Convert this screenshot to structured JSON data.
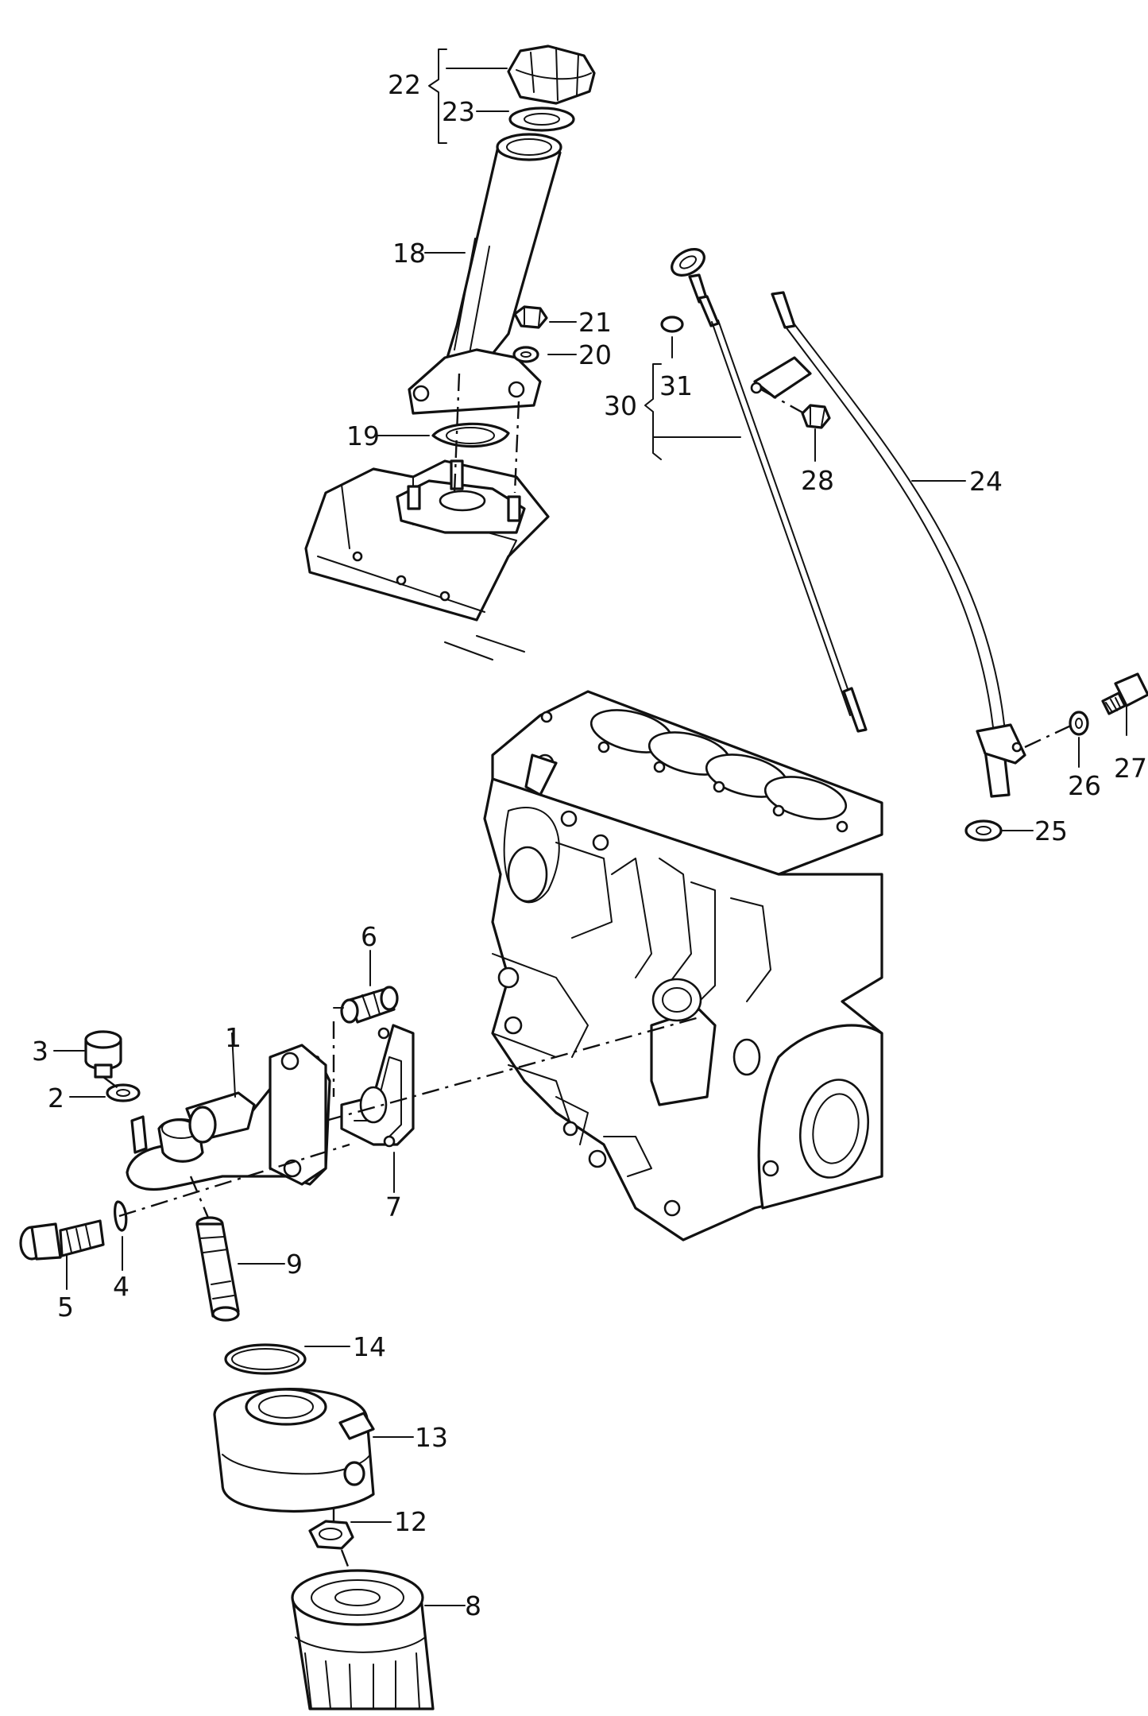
{
  "diagram": {
    "labels": [
      {
        "id": "1",
        "text": "1"
      },
      {
        "id": "2",
        "text": "2"
      },
      {
        "id": "3",
        "text": "3"
      },
      {
        "id": "4",
        "text": "4"
      },
      {
        "id": "5",
        "text": "5"
      },
      {
        "id": "6",
        "text": "6"
      },
      {
        "id": "7",
        "text": "7"
      },
      {
        "id": "8",
        "text": "8"
      },
      {
        "id": "9",
        "text": "9"
      },
      {
        "id": "12",
        "text": "12"
      },
      {
        "id": "13",
        "text": "13"
      },
      {
        "id": "14",
        "text": "14"
      },
      {
        "id": "18",
        "text": "18"
      },
      {
        "id": "19",
        "text": "19"
      },
      {
        "id": "20",
        "text": "20"
      },
      {
        "id": "21",
        "text": "21"
      },
      {
        "id": "22",
        "text": "22"
      },
      {
        "id": "23",
        "text": "23"
      },
      {
        "id": "24",
        "text": "24"
      },
      {
        "id": "25",
        "text": "25"
      },
      {
        "id": "26",
        "text": "26"
      },
      {
        "id": "27",
        "text": "27"
      },
      {
        "id": "28",
        "text": "28"
      },
      {
        "id": "30",
        "text": "30"
      },
      {
        "id": "31",
        "text": "31"
      }
    ]
  }
}
